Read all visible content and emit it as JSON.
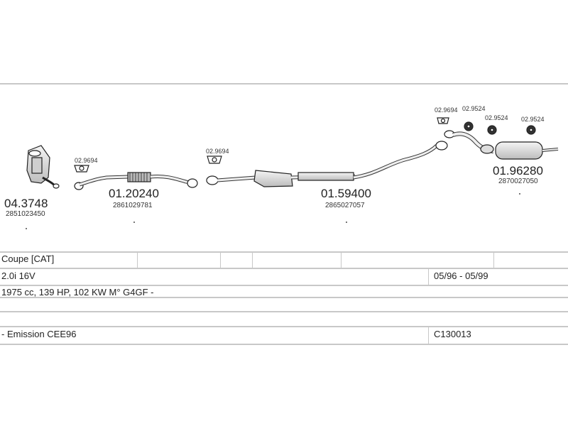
{
  "parts": {
    "cat_main": {
      "number": "04.3748",
      "oem": "2851023450"
    },
    "front_pipe": {
      "number": "01.20240",
      "oem": "2861029781"
    },
    "mid_pipe": {
      "number": "01.59400",
      "oem": "2865027057"
    },
    "rear_muffler": {
      "number": "01.96280",
      "oem": "2870027050"
    }
  },
  "gaskets": {
    "g1": "02.9694",
    "g2": "02.9694",
    "g3": "02.9694",
    "g4": "02.9524",
    "g5": "02.9524",
    "g6": "02.9524"
  },
  "table": {
    "body_type": "Coupe  [CAT]",
    "engine": "2.0i 16V",
    "years": "05/96 - 05/99",
    "specs": "1975 cc, 139 HP, 102 KW M° G4GF -",
    "emission": "- Emission CEE96",
    "code": "C130013"
  },
  "colors": {
    "line": "#c8c8c8",
    "part_stroke": "#222222",
    "part_fill": "#d9d9d9"
  }
}
